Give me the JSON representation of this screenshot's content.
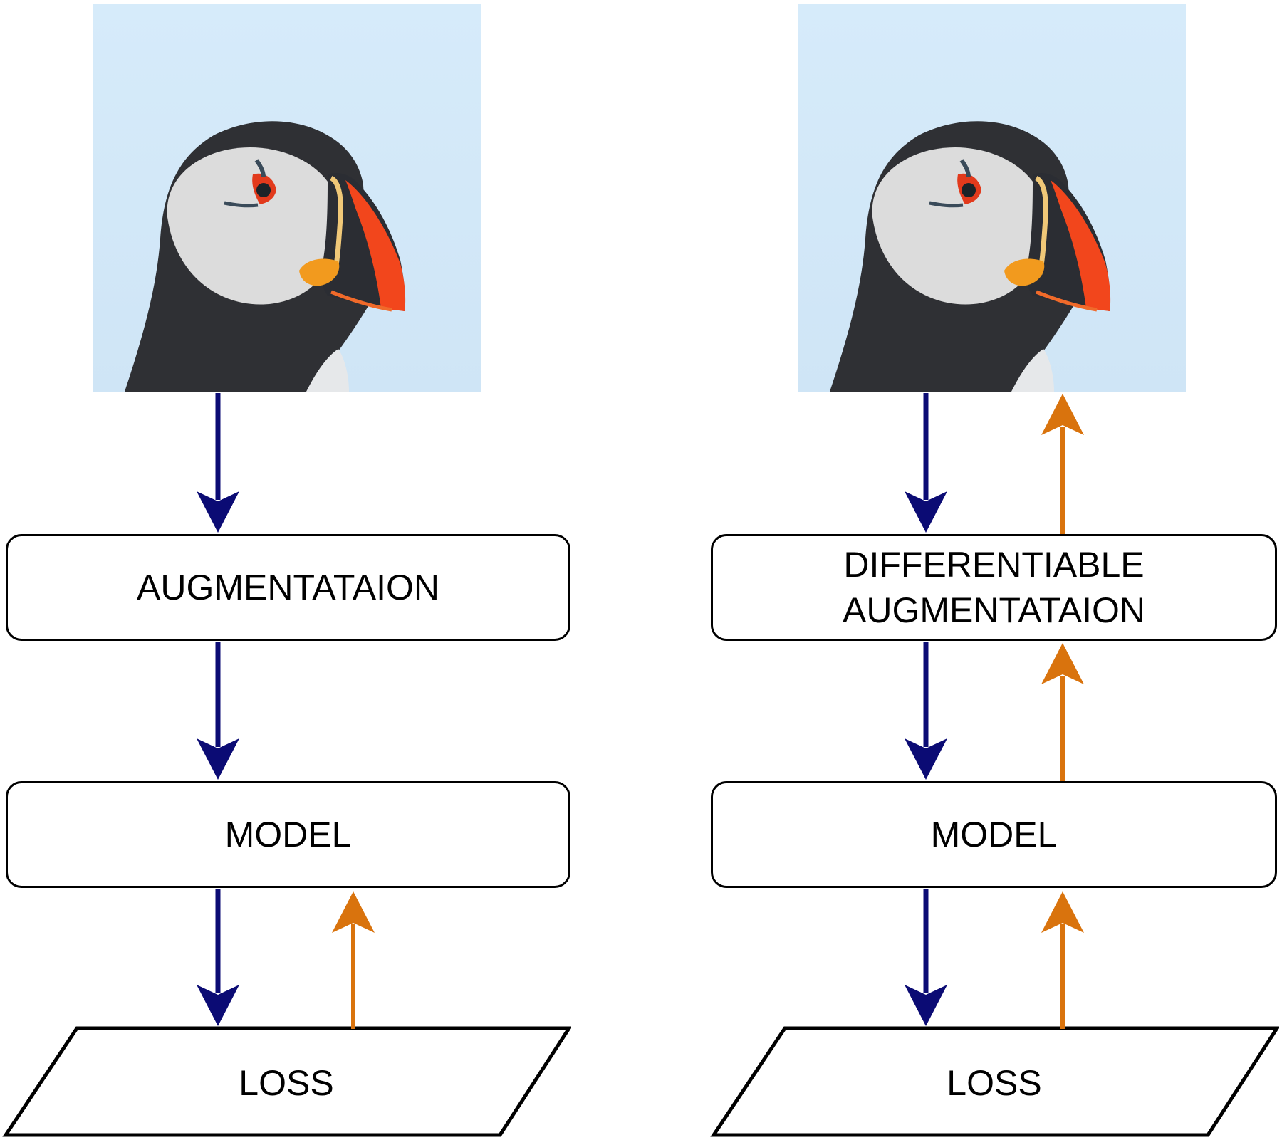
{
  "diagram": {
    "colors": {
      "forward": "#0b0b74",
      "backward": "#d9730d",
      "box_border": "#000000"
    },
    "left_pipeline": {
      "image": "puffin-photo",
      "nodes": [
        {
          "id": "augmentation",
          "label": "AUGMENTATAION",
          "shape": "rounded-rect"
        },
        {
          "id": "model",
          "label": "MODEL",
          "shape": "rounded-rect"
        },
        {
          "id": "loss",
          "label": "LOSS",
          "shape": "parallelogram"
        }
      ],
      "edges": [
        {
          "from": "image",
          "to": "augmentation",
          "kind": "forward"
        },
        {
          "from": "augmentation",
          "to": "model",
          "kind": "forward"
        },
        {
          "from": "model",
          "to": "loss",
          "kind": "forward"
        },
        {
          "from": "loss",
          "to": "model",
          "kind": "backward"
        }
      ]
    },
    "right_pipeline": {
      "image": "puffin-photo",
      "nodes": [
        {
          "id": "diff-augmentation",
          "label_line1": "DIFFERENTIABLE",
          "label_line2": "AUGMENTATAION",
          "shape": "rounded-rect"
        },
        {
          "id": "model",
          "label": "MODEL",
          "shape": "rounded-rect"
        },
        {
          "id": "loss",
          "label": "LOSS",
          "shape": "parallelogram"
        }
      ],
      "edges": [
        {
          "from": "image",
          "to": "diff-augmentation",
          "kind": "forward"
        },
        {
          "from": "diff-augmentation",
          "to": "model",
          "kind": "forward"
        },
        {
          "from": "model",
          "to": "loss",
          "kind": "forward"
        },
        {
          "from": "loss",
          "to": "model",
          "kind": "backward"
        },
        {
          "from": "model",
          "to": "diff-augmentation",
          "kind": "backward"
        },
        {
          "from": "diff-augmentation",
          "to": "image",
          "kind": "backward"
        }
      ]
    }
  }
}
